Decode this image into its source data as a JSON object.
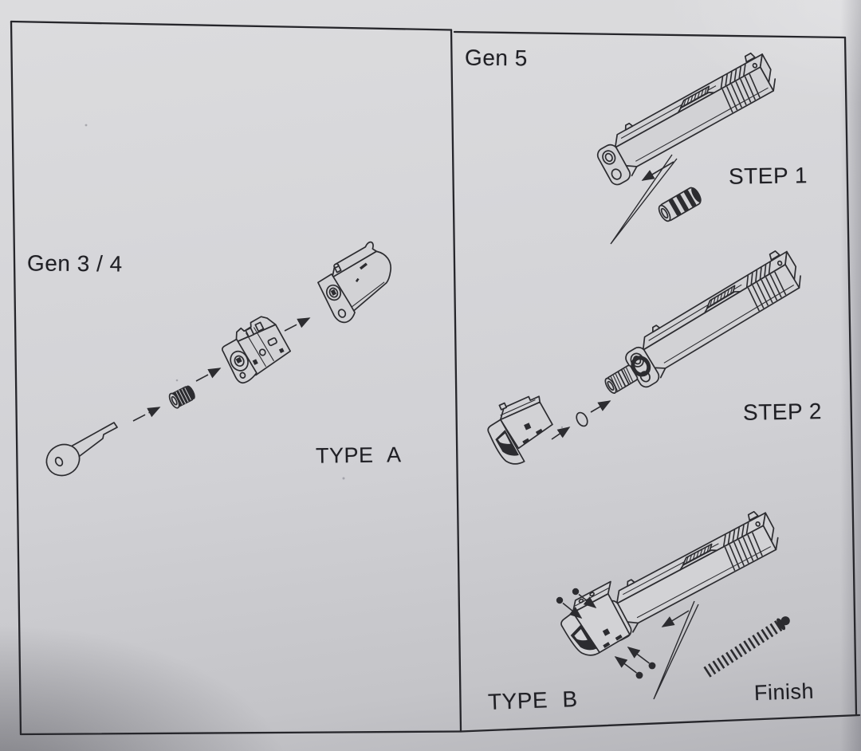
{
  "panels": {
    "left": {
      "title": "Gen 3 / 4",
      "caption": "TYPE A"
    },
    "right": {
      "title": "Gen 5",
      "steps": [
        "STEP 1",
        "STEP 2"
      ],
      "caption": "TYPE B",
      "finish": "Finish"
    }
  },
  "colors": {
    "paper": "#d2d2d5",
    "ink": "#2c2c30"
  }
}
